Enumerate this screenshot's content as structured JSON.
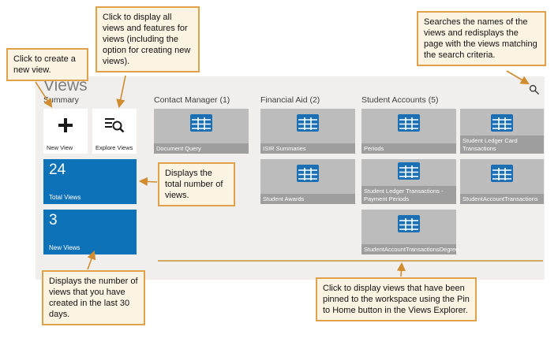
{
  "page": {
    "title": "Views"
  },
  "summary": {
    "header": "Summary",
    "actions": [
      {
        "label": "New View",
        "icon": "plus-icon"
      },
      {
        "label": "Explore Views",
        "icon": "explore-views-icon"
      }
    ],
    "stats": [
      {
        "count": "24",
        "label": "Total Views"
      },
      {
        "count": "3",
        "label": "New Views"
      }
    ]
  },
  "groups": [
    {
      "header": "Contact Manager (1)",
      "tiles": [
        {
          "label": "Document Query"
        }
      ]
    },
    {
      "header": "Financial Aid (2)",
      "tiles": [
        {
          "label": "ISIR Summaries"
        },
        {
          "label": "Student Awards"
        }
      ]
    },
    {
      "header": "Student Accounts (5)",
      "tiles": [
        {
          "label": "Periods"
        },
        {
          "label": "Student Ledger Card Transactions"
        },
        {
          "label": "Student Ledger Transactions - Payment Periods"
        },
        {
          "label": "StudentAccountTransactions"
        },
        {
          "label": "StudentAccountTransactionsDegree"
        }
      ]
    }
  ],
  "annotations": [
    {
      "text": "Click to create a new view."
    },
    {
      "text": "Click to display all views and features for views (including the option for creating new views)."
    },
    {
      "text": "Searches the names of the views and redisplays the page with the views matching the search criteria."
    },
    {
      "text": "Displays the total number of views."
    },
    {
      "text": "Displays the number of views that you have created in the last 30 days."
    },
    {
      "text": "Click to display views that have been pinned to the workspace using the Pin to Home button in the Views Explorer."
    }
  ],
  "colors": {
    "tile_blue": "#0e72b8",
    "tile_gray": "#bcbcbc",
    "table_icon_blue": "#1a6fb5",
    "annotation_border": "#e0a14b",
    "annotation_bg": "#fcf4e3",
    "arrow_orange": "#d08c2e"
  }
}
